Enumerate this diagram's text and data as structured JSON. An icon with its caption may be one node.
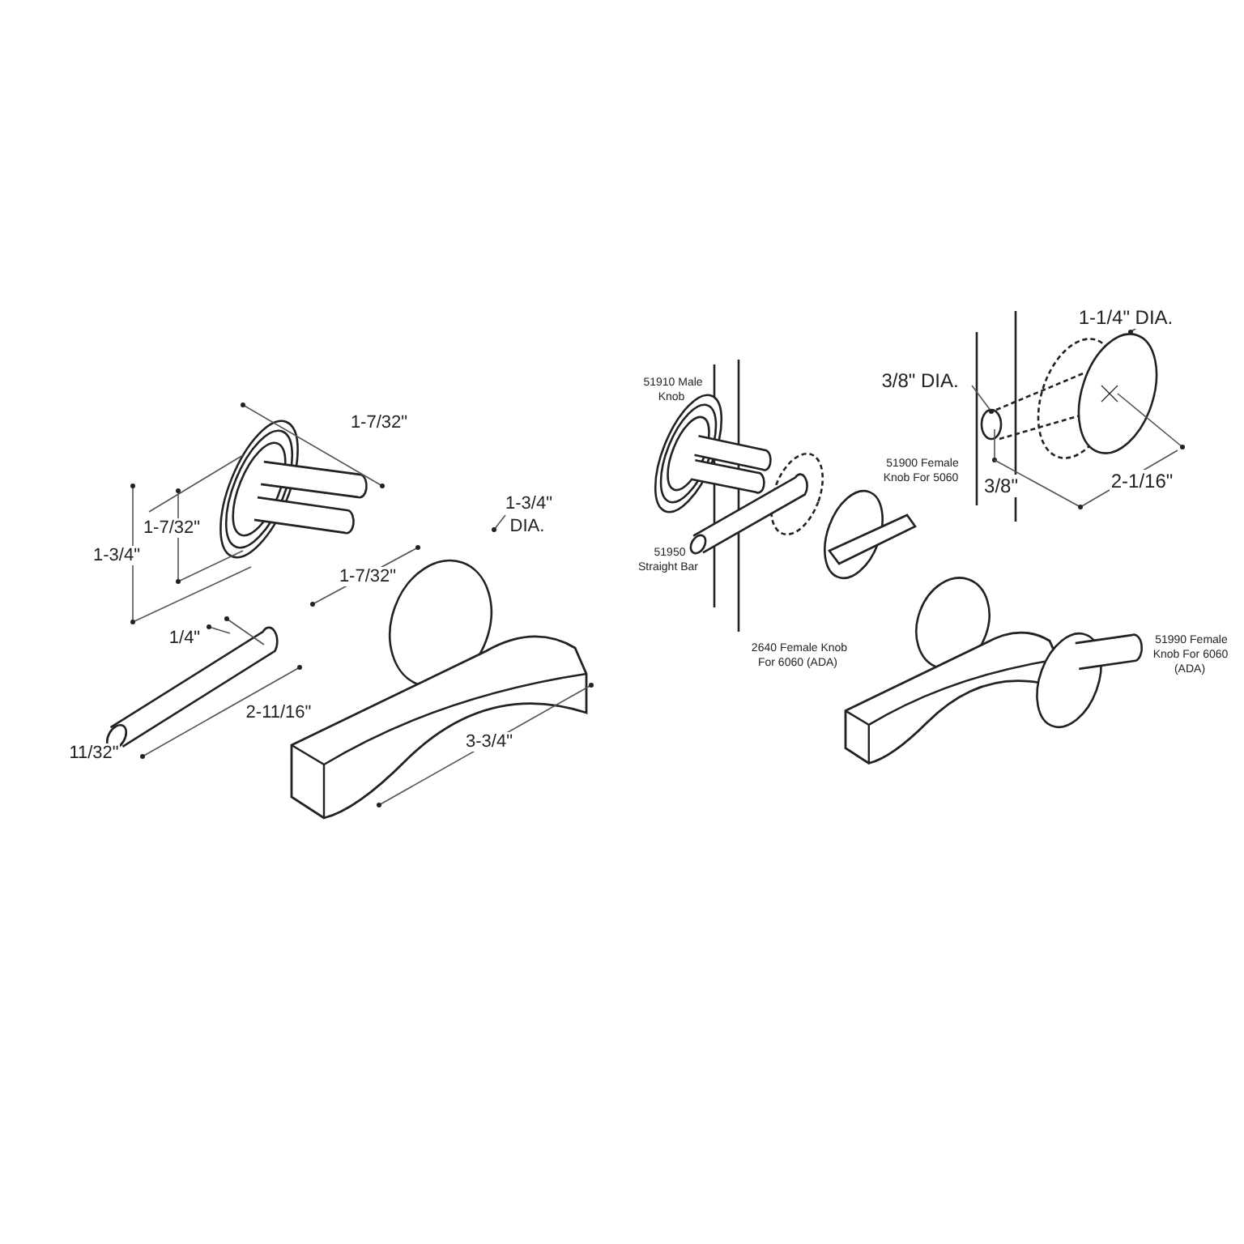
{
  "diagram": {
    "labels": [
      "1-7/32\"",
      "1-7/32\"",
      "1-3/4\"",
      "1-3/4\" DIA.",
      "1-7/32\"",
      "1/4\"",
      "2-11/16\"",
      "11/32\"",
      "3-3/4\"",
      "51910 Male Knob",
      "1-1/4\" DIA.",
      "3/8\" DIA.",
      "51900 Female Knob For 5060",
      "3/8\"",
      "2-1/16\"",
      "51950 Straight Bar",
      "2640 Female Knob For 6060 (ADA)",
      "51990 Female Knob For 6060 (ADA)"
    ]
  }
}
